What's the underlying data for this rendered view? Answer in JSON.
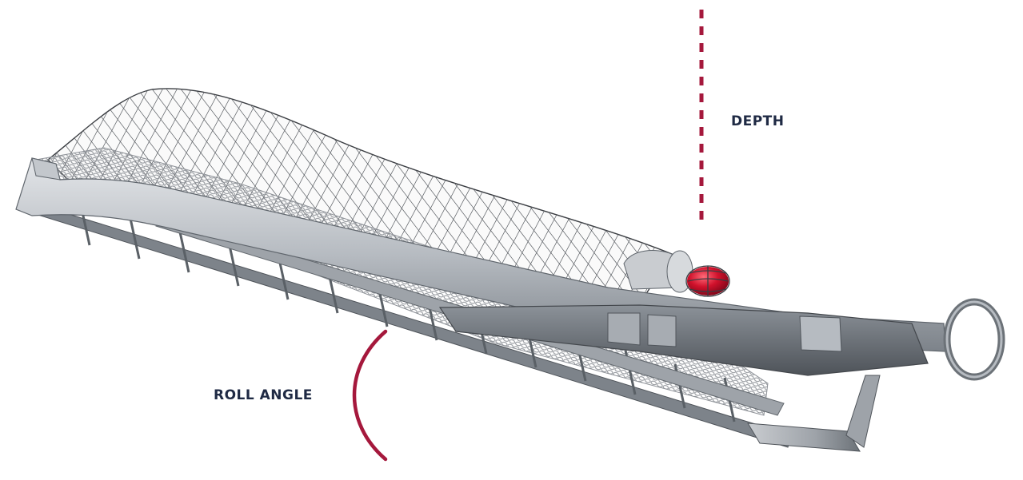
{
  "labels": {
    "depth": "DEPTH",
    "roll_angle": "ROLL ANGLE"
  },
  "colors": {
    "indicator": "#a5183c",
    "label_text": "#1f2a44",
    "steel_light": "#d2d5d9",
    "steel_mid": "#9aa0a7",
    "steel_dark": "#5f656c",
    "net_line": "#4a4d52",
    "lamp_red": "#d0112b"
  },
  "icons": {
    "depth_indicator": "dashed-vertical-line",
    "roll_indicator": "curved-arc",
    "lamp": "caged-red-light",
    "tow_ring": "ring"
  }
}
